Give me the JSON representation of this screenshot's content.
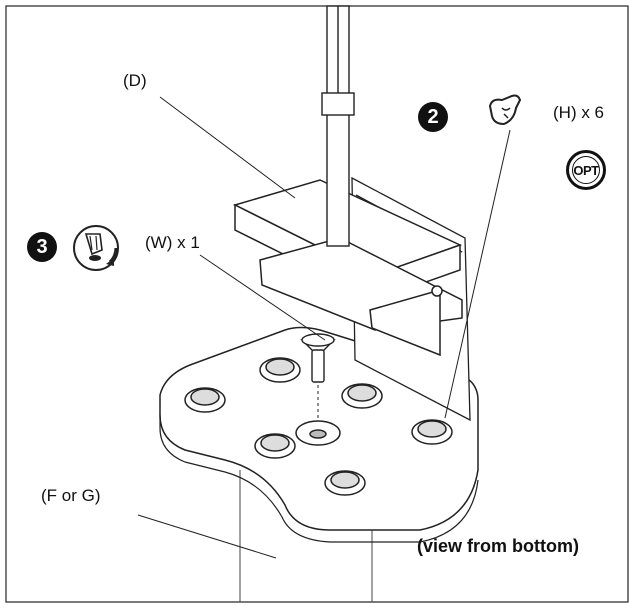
{
  "labels": {
    "part_d": "(D)",
    "part_h": "(H) x 6",
    "part_w": "(W) x 1",
    "part_f_or_g": "(F or G)",
    "view_note": "(view from bottom)"
  },
  "steps": {
    "step2": "2",
    "step3": "3"
  },
  "badge": {
    "opt": "OPT"
  },
  "icons": {
    "hand_press": "hand-press-icon",
    "screwdriver_rotate": "screwdriver-rotate-icon"
  }
}
